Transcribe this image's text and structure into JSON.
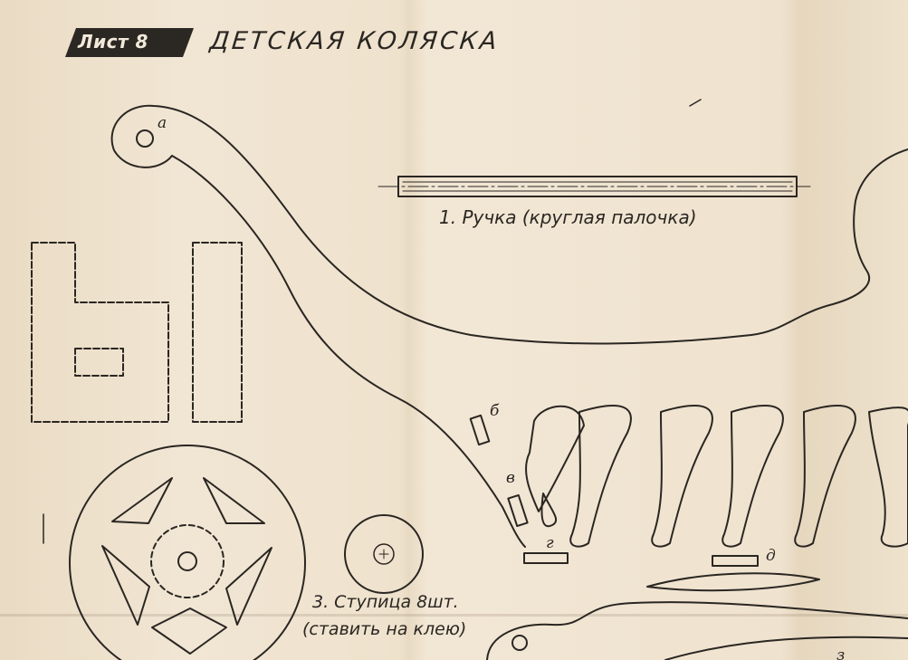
{
  "sheet": {
    "badge": "Лист 8",
    "title": "ДЕТСКАЯ КОЛЯСКА"
  },
  "parts": {
    "handle_label": "1. Ручка (круглая палочка)",
    "hub_label_line1": "3. Ступица 8шт.",
    "hub_label_line2": "(ставить на клею)"
  },
  "marks": {
    "a": "a",
    "b": "б",
    "v": "в",
    "g": "г",
    "d": "д",
    "z": "з"
  },
  "colors": {
    "paper": "#efe4d1",
    "ink": "#2a2622",
    "badge_fill": "#2b2824"
  }
}
